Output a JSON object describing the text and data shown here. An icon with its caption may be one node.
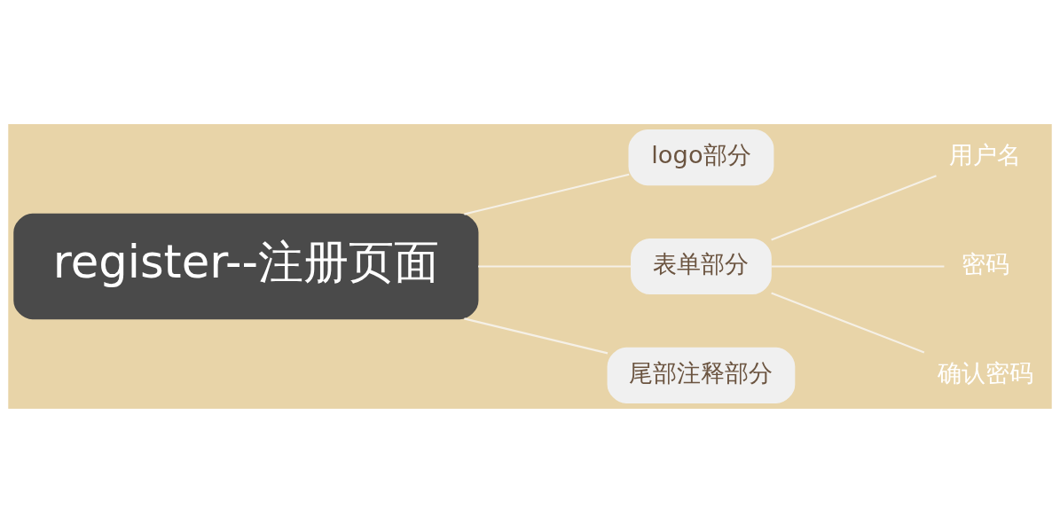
{
  "diagram": {
    "nodes": [
      {
        "text": [
          "register--注册页面"
        ]
      },
      {
        "text": [
          "logo部分"
        ]
      },
      {
        "text": [
          "表单部分"
        ]
      },
      {
        "text": [
          "尾部注释部分"
        ]
      },
      {
        "text": [
          "用户名"
        ]
      },
      {
        "text": [
          "密码"
        ]
      },
      {
        "text": [
          "确认密码"
        ]
      }
    ],
    "edges": [
      {
        "from": 0,
        "to": 1,
        "arrow": "none"
      },
      {
        "from": 0,
        "to": 2,
        "arrow": "none"
      },
      {
        "from": 0,
        "to": 3,
        "arrow": "none"
      },
      {
        "from": 2,
        "to": 4,
        "arrow": "none"
      },
      {
        "from": 2,
        "to": 5,
        "arrow": "none"
      },
      {
        "from": 2,
        "to": 6,
        "arrow": "none"
      }
    ]
  }
}
